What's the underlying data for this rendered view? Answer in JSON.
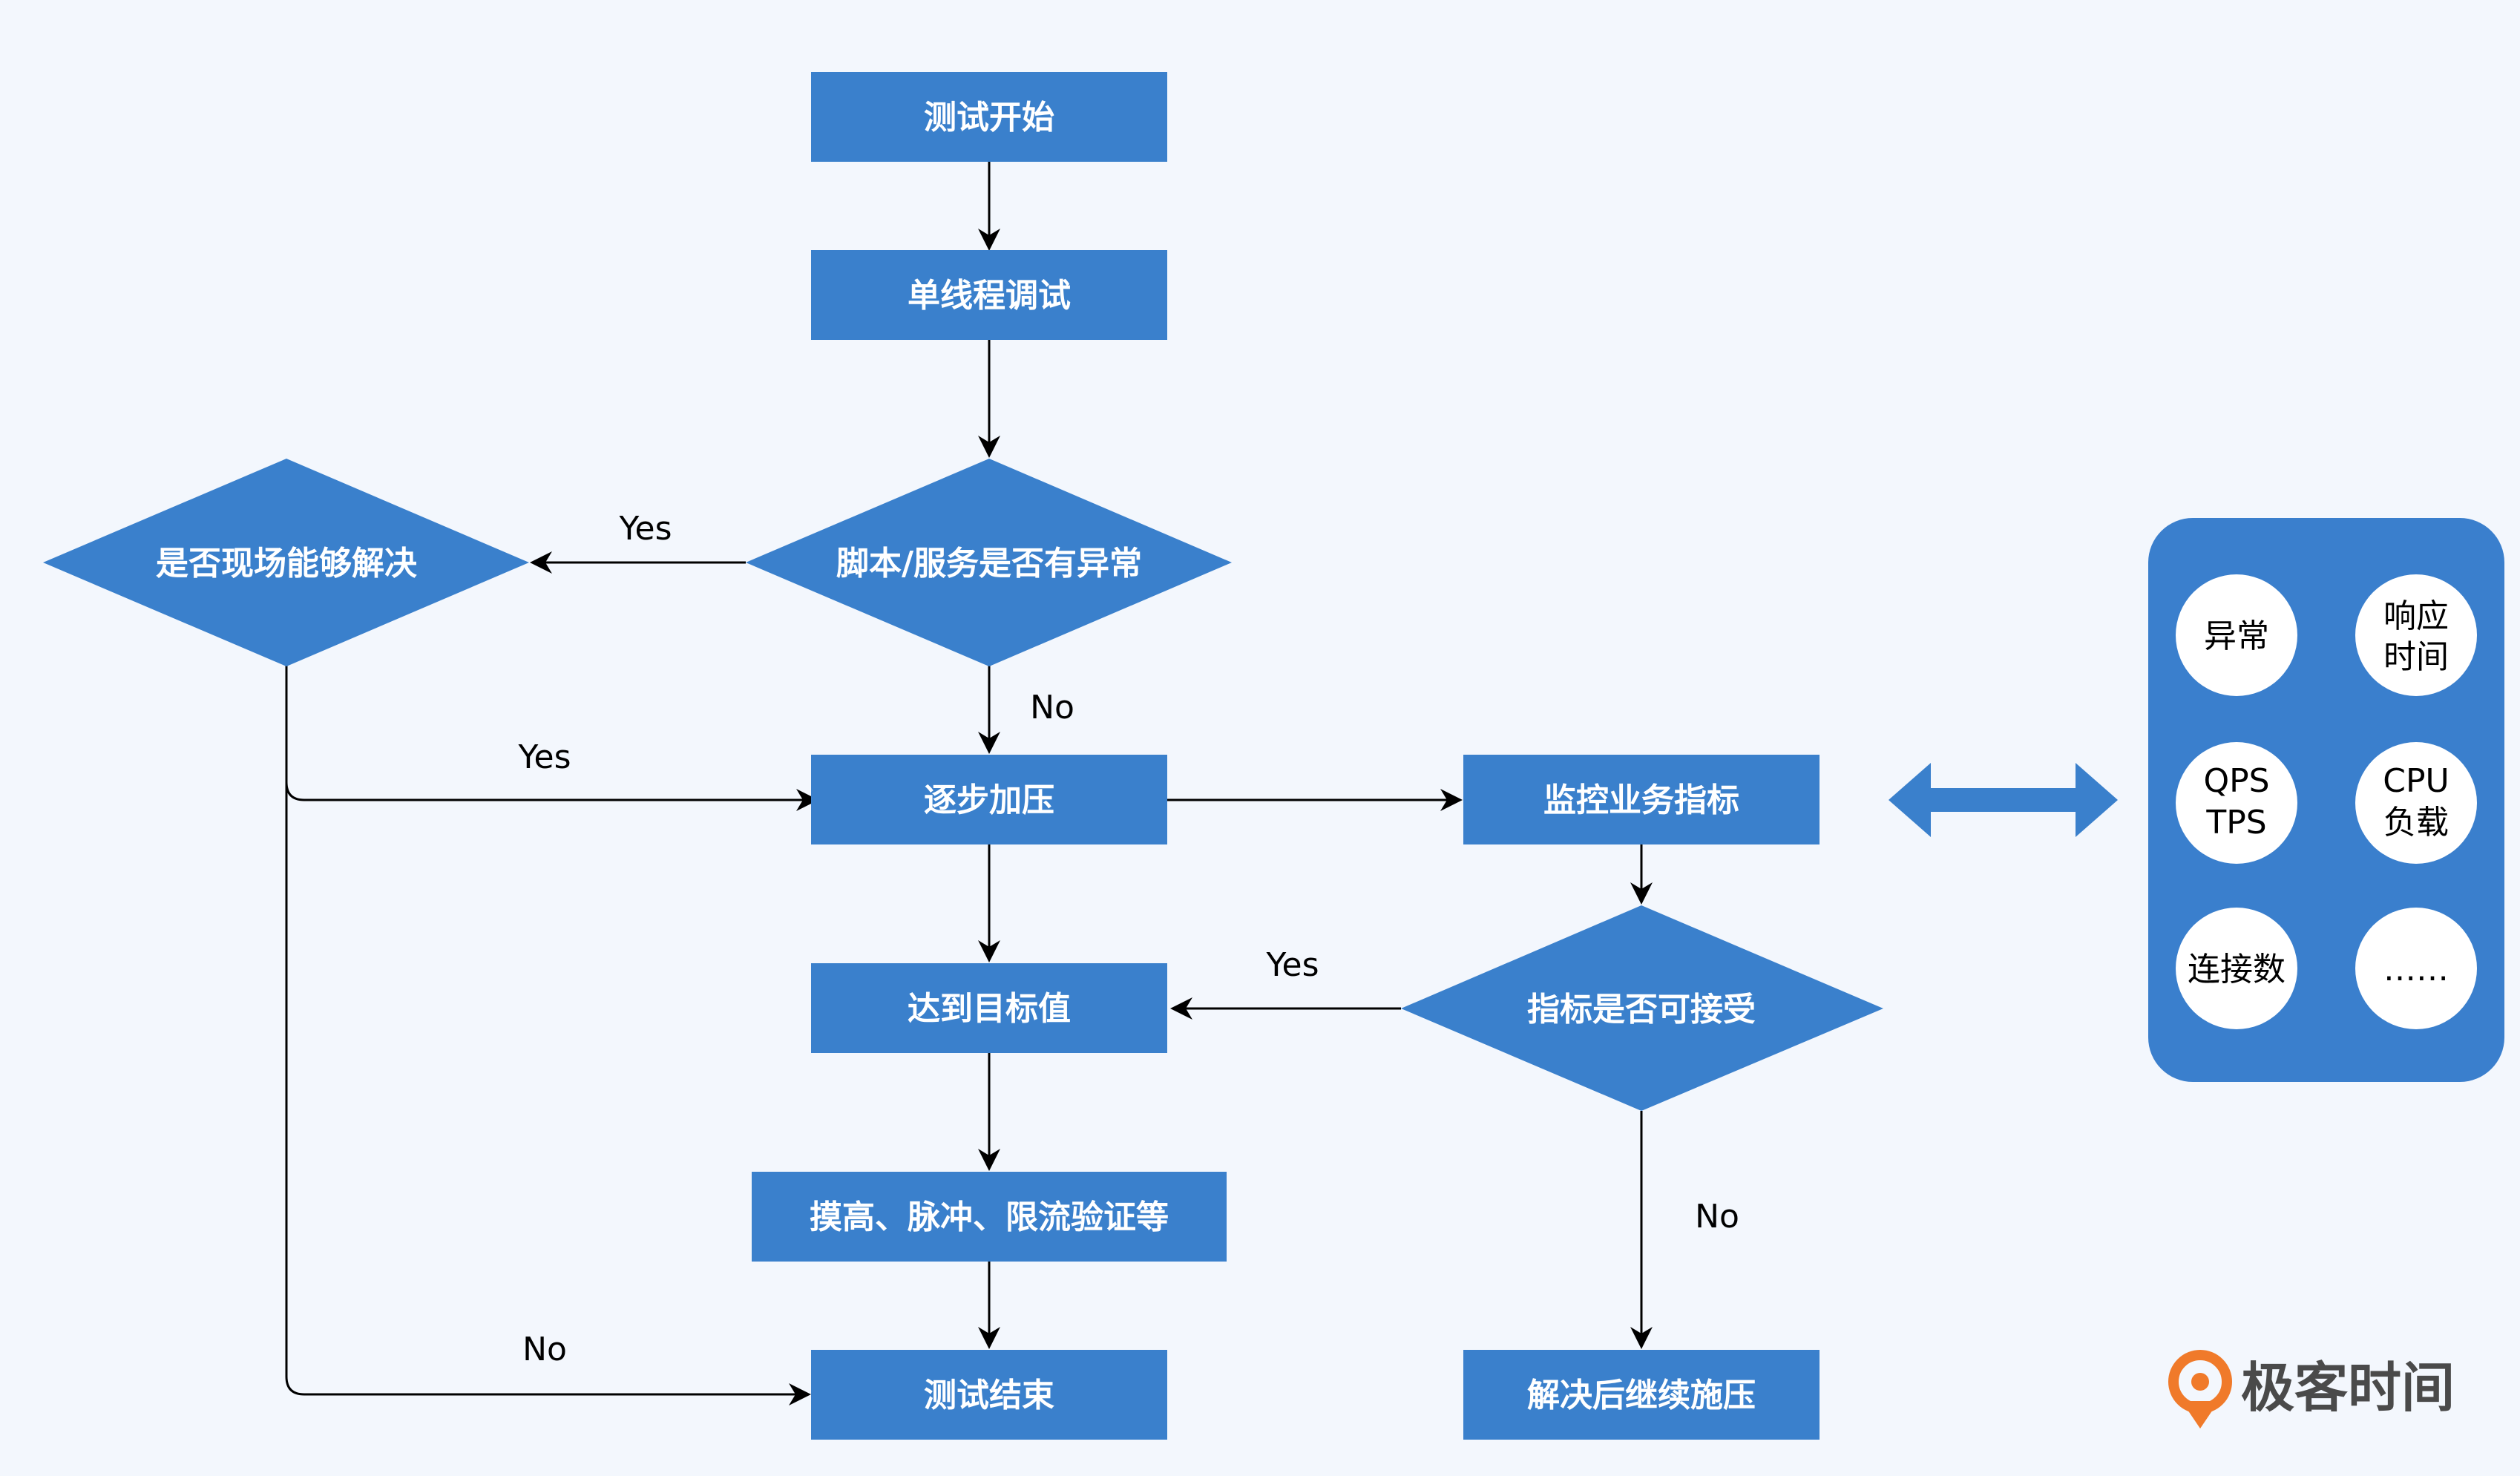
{
  "nodes": {
    "start": "测试开始",
    "single_thread": "单线程调试",
    "script_exception": "脚本/服务是否有异常",
    "solve_onsite": "是否现场能够解决",
    "ramp_up": "逐步加压",
    "monitor": "监控业务指标",
    "reach_target": "达到目标值",
    "metrics_ok": "指标是否可接受",
    "peak_tests": "摸高、脉冲、限流验证等",
    "end": "测试结束",
    "fix_continue": "解决后继续施压"
  },
  "edge_labels": {
    "yes_to_solve": "Yes",
    "no_to_ramp": "No",
    "yes_solved": "Yes",
    "no_unsolved": "No",
    "yes_acceptable": "Yes",
    "no_unacceptable": "No"
  },
  "metrics_panel": {
    "items": [
      {
        "line1": "异常",
        "line2": ""
      },
      {
        "line1": "响应",
        "line2": "时间"
      },
      {
        "line1": "QPS",
        "line2": "TPS"
      },
      {
        "line1": "CPU",
        "line2": "负载"
      },
      {
        "line1": "连接数",
        "line2": ""
      },
      {
        "line1": "……",
        "line2": ""
      }
    ]
  },
  "logo": {
    "text": "极客时间"
  },
  "colors": {
    "node_fill": "#3a80cc",
    "panel_fill": "#3a7fcd",
    "background": "#f3f7fd",
    "logo_accent": "#f07a2a"
  }
}
